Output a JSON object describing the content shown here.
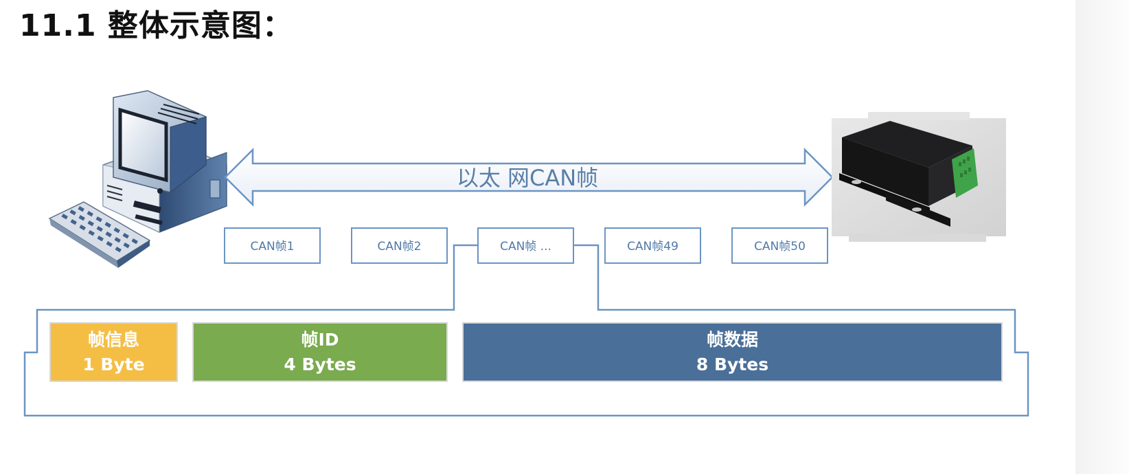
{
  "page": {
    "title": "11.1 整体示意图："
  },
  "diagram": {
    "arrow_label": "以太 网CAN帧",
    "frames": [
      "CAN帧1",
      "CAN帧2",
      "CAN帧 ...",
      "CAN帧49",
      "CAN帧50"
    ],
    "segments": [
      {
        "name": "帧信息",
        "size": "1 Byte",
        "color": "#f4be45"
      },
      {
        "name": "帧ID",
        "size": "4 Bytes",
        "color": "#7aab4f"
      },
      {
        "name": "帧数据",
        "size": "8 Bytes",
        "color": "#4a6f98"
      }
    ],
    "colors": {
      "line": "#6b94c3",
      "frame_text": "#4f79a6",
      "arrow_fill": "#eef3fa"
    },
    "icons": {
      "left": "desktop-computer-icon",
      "right": "can-ethernet-converter-device-image"
    }
  }
}
